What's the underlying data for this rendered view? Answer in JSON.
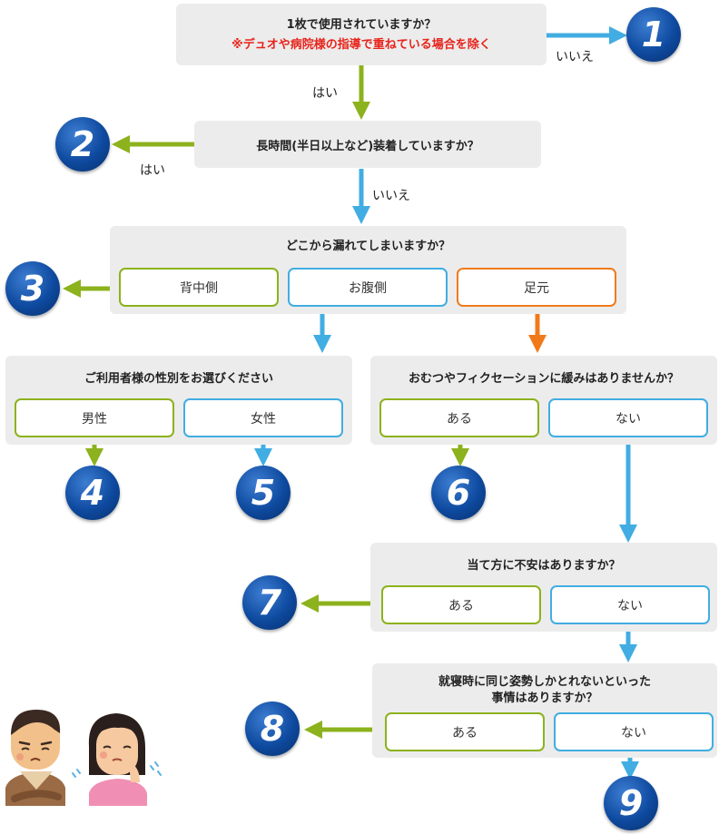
{
  "q1": {
    "line1": "1枚で使用されていますか？",
    "line2": "※デュオや病院様の指導で重ねている場合を除く"
  },
  "q2": {
    "text": "長時間(半日以上など)装着していますか？"
  },
  "q3": {
    "text": "どこから漏れてしまいますか？",
    "options": [
      "背中側",
      "お腹側",
      "足元"
    ]
  },
  "q4": {
    "text": "ご利用者様の性別をお選びください",
    "options": [
      "男性",
      "女性"
    ]
  },
  "q5": {
    "text": "おむつやフィクセーションに緩みはありませんか？",
    "options": [
      "ある",
      "ない"
    ]
  },
  "q6": {
    "text": "当て方に不安はありますか？",
    "options": [
      "ある",
      "ない"
    ]
  },
  "q7": {
    "line1": "就寝時に同じ姿勢しかとれないといった",
    "line2": "事情はありますか？",
    "options": [
      "ある",
      "ない"
    ]
  },
  "edge_labels": {
    "yes": "はい",
    "no": "いいえ"
  },
  "outcomes": [
    "1",
    "2",
    "3",
    "4",
    "5",
    "6",
    "7",
    "8",
    "9"
  ],
  "colors": {
    "green": "#8cb21d",
    "blue": "#41ade2",
    "orange": "#f07a1a",
    "badge": "#0e4a9f",
    "warning": "#e8231b"
  }
}
